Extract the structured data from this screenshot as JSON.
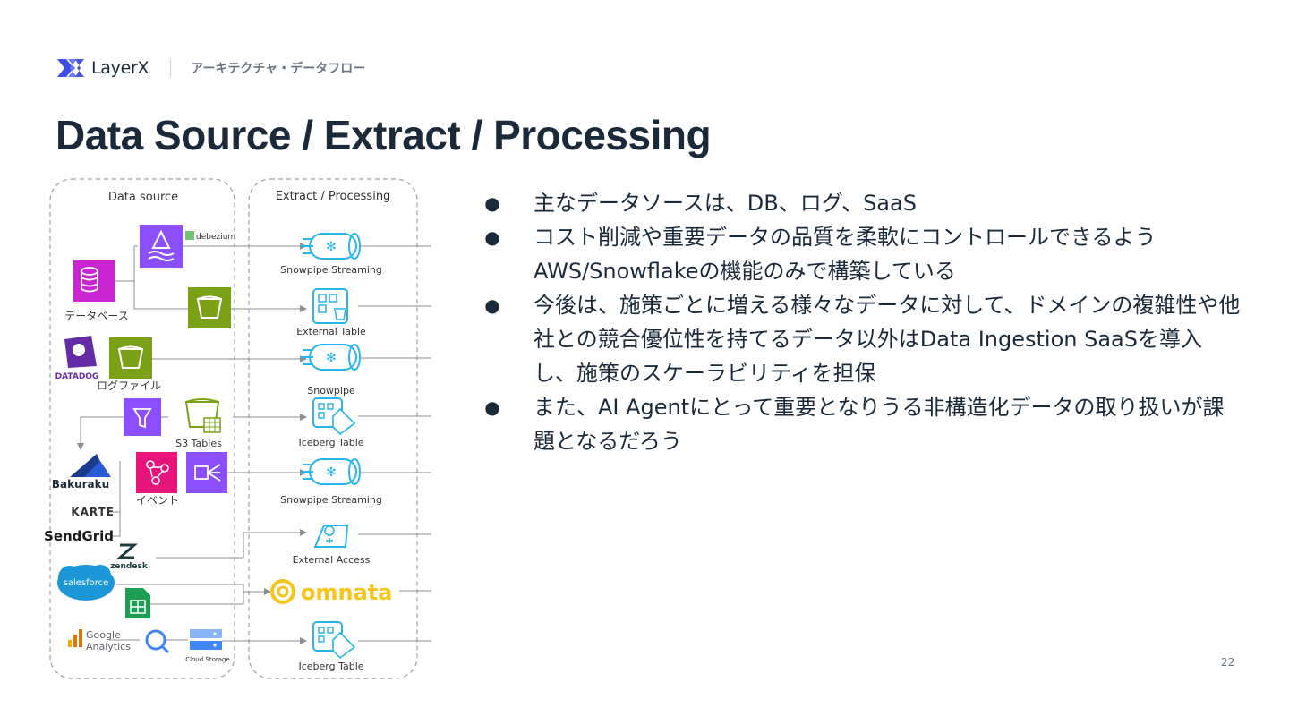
{
  "header": {
    "logo_text": "LayerX",
    "section_title": "アーキテクチャ・データフロー"
  },
  "title": "Data Source / Extract / Processing",
  "diagram": {
    "columns": {
      "data_source": "Data source",
      "extract_processing": "Extract / Processing"
    },
    "source_labels": {
      "debezium": "debezium",
      "database": "データベース",
      "datadog": "DATADOG",
      "log_file": "ログファイル",
      "s3_tables": "S3 Tables",
      "bakuraku": "Bakuraku",
      "event": "イベント",
      "karte": "KARTE",
      "sendgrid": "SendGrid",
      "zendesk": "zendesk",
      "salesforce": "salesforce",
      "google_analytics_1": "Google",
      "google_analytics_2": "Analytics",
      "cloud_storage": "Cloud Storage"
    },
    "processing_labels": {
      "p1": "Snowpipe Streaming",
      "p2": "External Table",
      "p3": "Snowpipe",
      "p4": "Iceberg Table",
      "p5": "Snowpipe Streaming",
      "p6": "External Access",
      "p7": "omnata",
      "p8": "Iceberg Table"
    },
    "colors": {
      "aws_purple": "#8c4fff",
      "aws_pink": "#e7157b",
      "aws_green": "#7aa116",
      "snowflake_blue": "#29b5e8",
      "omnata_yellow": "#f5c518",
      "dashed_border": "#9aa0a6"
    }
  },
  "bullets": [
    "主なデータソースは、DB、ログ、SaaS",
    "コスト削減や重要データの品質を柔軟にコントロールできるようAWS/Snowflakeの機能のみで構築している",
    "今後は、施策ごとに増える様々なデータに対して、ドメインの複雑性や他社との競合優位性を持てるデータ以外はData Ingestion SaaSを導入し、施策のスケーラビリティを担保",
    "また、AI Agentにとって重要となりうる非構造化データの取り扱いが課題となるだろう"
  ],
  "page_number": "22"
}
